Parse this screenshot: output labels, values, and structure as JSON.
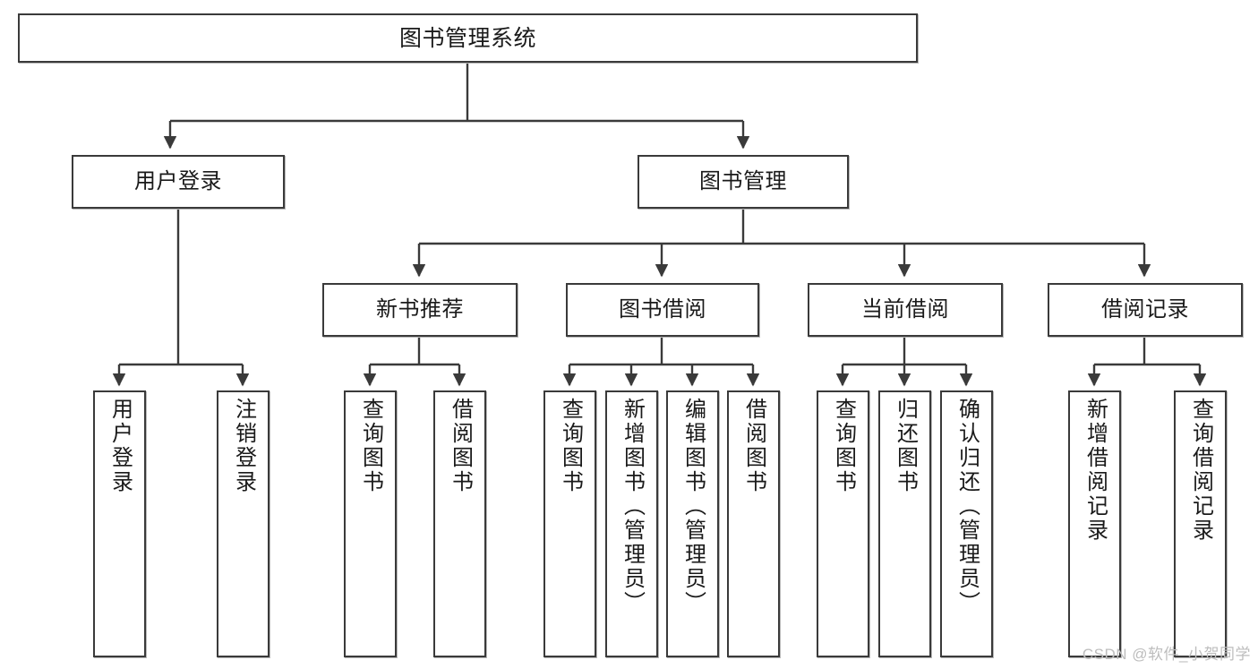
{
  "diagram": {
    "title": "图书管理系统",
    "type": "functional-decomposition-tree",
    "watermark": "CSDN @软件_小贺同学",
    "colors": {
      "box_border": "#3a3a3a",
      "box_fill": "#ffffff",
      "edge": "#3a3a3a",
      "text": "#1a1a1a",
      "watermark": "#bdbdbd"
    },
    "levels": {
      "root": {
        "label": "图书管理系统"
      },
      "level2": [
        {
          "id": "user-login",
          "label": "用户登录"
        },
        {
          "id": "book-manage",
          "label": "图书管理"
        }
      ],
      "level3": [
        {
          "id": "new-book-rec",
          "label": "新书推荐",
          "parent": "book-manage"
        },
        {
          "id": "book-borrow",
          "label": "图书借阅",
          "parent": "book-manage"
        },
        {
          "id": "current-borrow",
          "label": "当前借阅",
          "parent": "book-manage"
        },
        {
          "id": "borrow-record",
          "label": "借阅记录",
          "parent": "book-manage"
        }
      ],
      "leaves": [
        {
          "id": "leaf-user-login",
          "label": "用户登录",
          "parent": "user-login"
        },
        {
          "id": "leaf-user-logout",
          "label": "注销登录",
          "parent": "user-login"
        },
        {
          "id": "leaf-query-book-1",
          "label": "查询图书",
          "parent": "new-book-rec"
        },
        {
          "id": "leaf-borrow-book-1",
          "label": "借阅图书",
          "parent": "new-book-rec"
        },
        {
          "id": "leaf-query-book-2",
          "label": "查询图书",
          "parent": "book-borrow"
        },
        {
          "id": "leaf-add-book",
          "label": "新增图书（管理员）",
          "parent": "book-borrow"
        },
        {
          "id": "leaf-edit-book",
          "label": "编辑图书（管理员）",
          "parent": "book-borrow"
        },
        {
          "id": "leaf-borrow-book-2",
          "label": "借阅图书",
          "parent": "book-borrow"
        },
        {
          "id": "leaf-query-book-3",
          "label": "查询图书",
          "parent": "current-borrow"
        },
        {
          "id": "leaf-return-book",
          "label": "归还图书",
          "parent": "current-borrow"
        },
        {
          "id": "leaf-confirm-return",
          "label": "确认归还（管理员）",
          "parent": "current-borrow"
        },
        {
          "id": "leaf-add-record",
          "label": "新增借阅记录",
          "parent": "borrow-record"
        },
        {
          "id": "leaf-query-record",
          "label": "查询借阅记录",
          "parent": "borrow-record"
        }
      ]
    }
  }
}
